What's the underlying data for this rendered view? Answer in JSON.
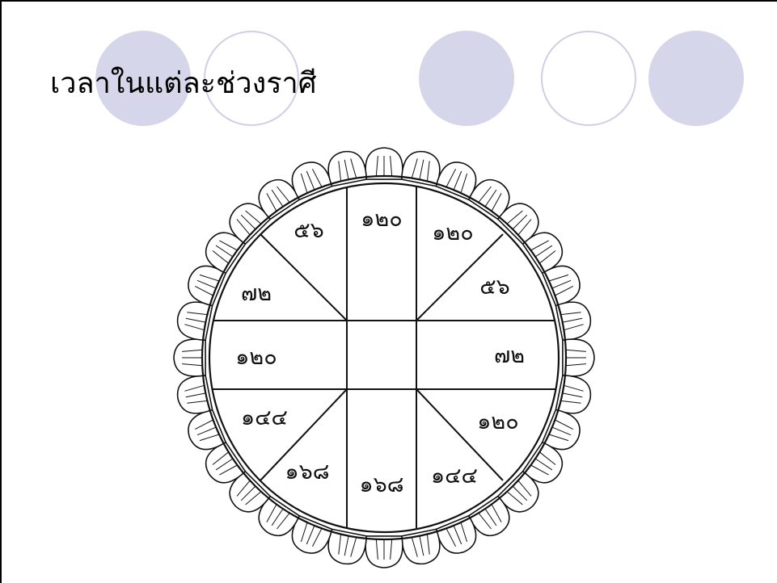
{
  "slide": {
    "title": "เวลาในแต่ละช่วงราศี"
  },
  "colors": {
    "circle_fill": "#d6d6ea",
    "circle_outline": "#cfcfe6",
    "diagram_line": "#111111"
  },
  "diagram": {
    "cells": [
      {
        "id": "top-center",
        "value": "๑๒๐"
      },
      {
        "id": "top-right",
        "value": "๑๒๐"
      },
      {
        "id": "upper-right",
        "value": "๕๖"
      },
      {
        "id": "mid-right",
        "value": "๗๒"
      },
      {
        "id": "lower-right",
        "value": "๑๒๐"
      },
      {
        "id": "bottom-right",
        "value": "๑๔๔"
      },
      {
        "id": "bottom-center",
        "value": "๑๖๘"
      },
      {
        "id": "bottom-left",
        "value": "๑๖๘"
      },
      {
        "id": "lower-left",
        "value": "๑๔๔"
      },
      {
        "id": "mid-left",
        "value": "๑๒๐"
      },
      {
        "id": "upper-left",
        "value": "๗๒"
      },
      {
        "id": "top-left",
        "value": "๕๖"
      }
    ]
  }
}
